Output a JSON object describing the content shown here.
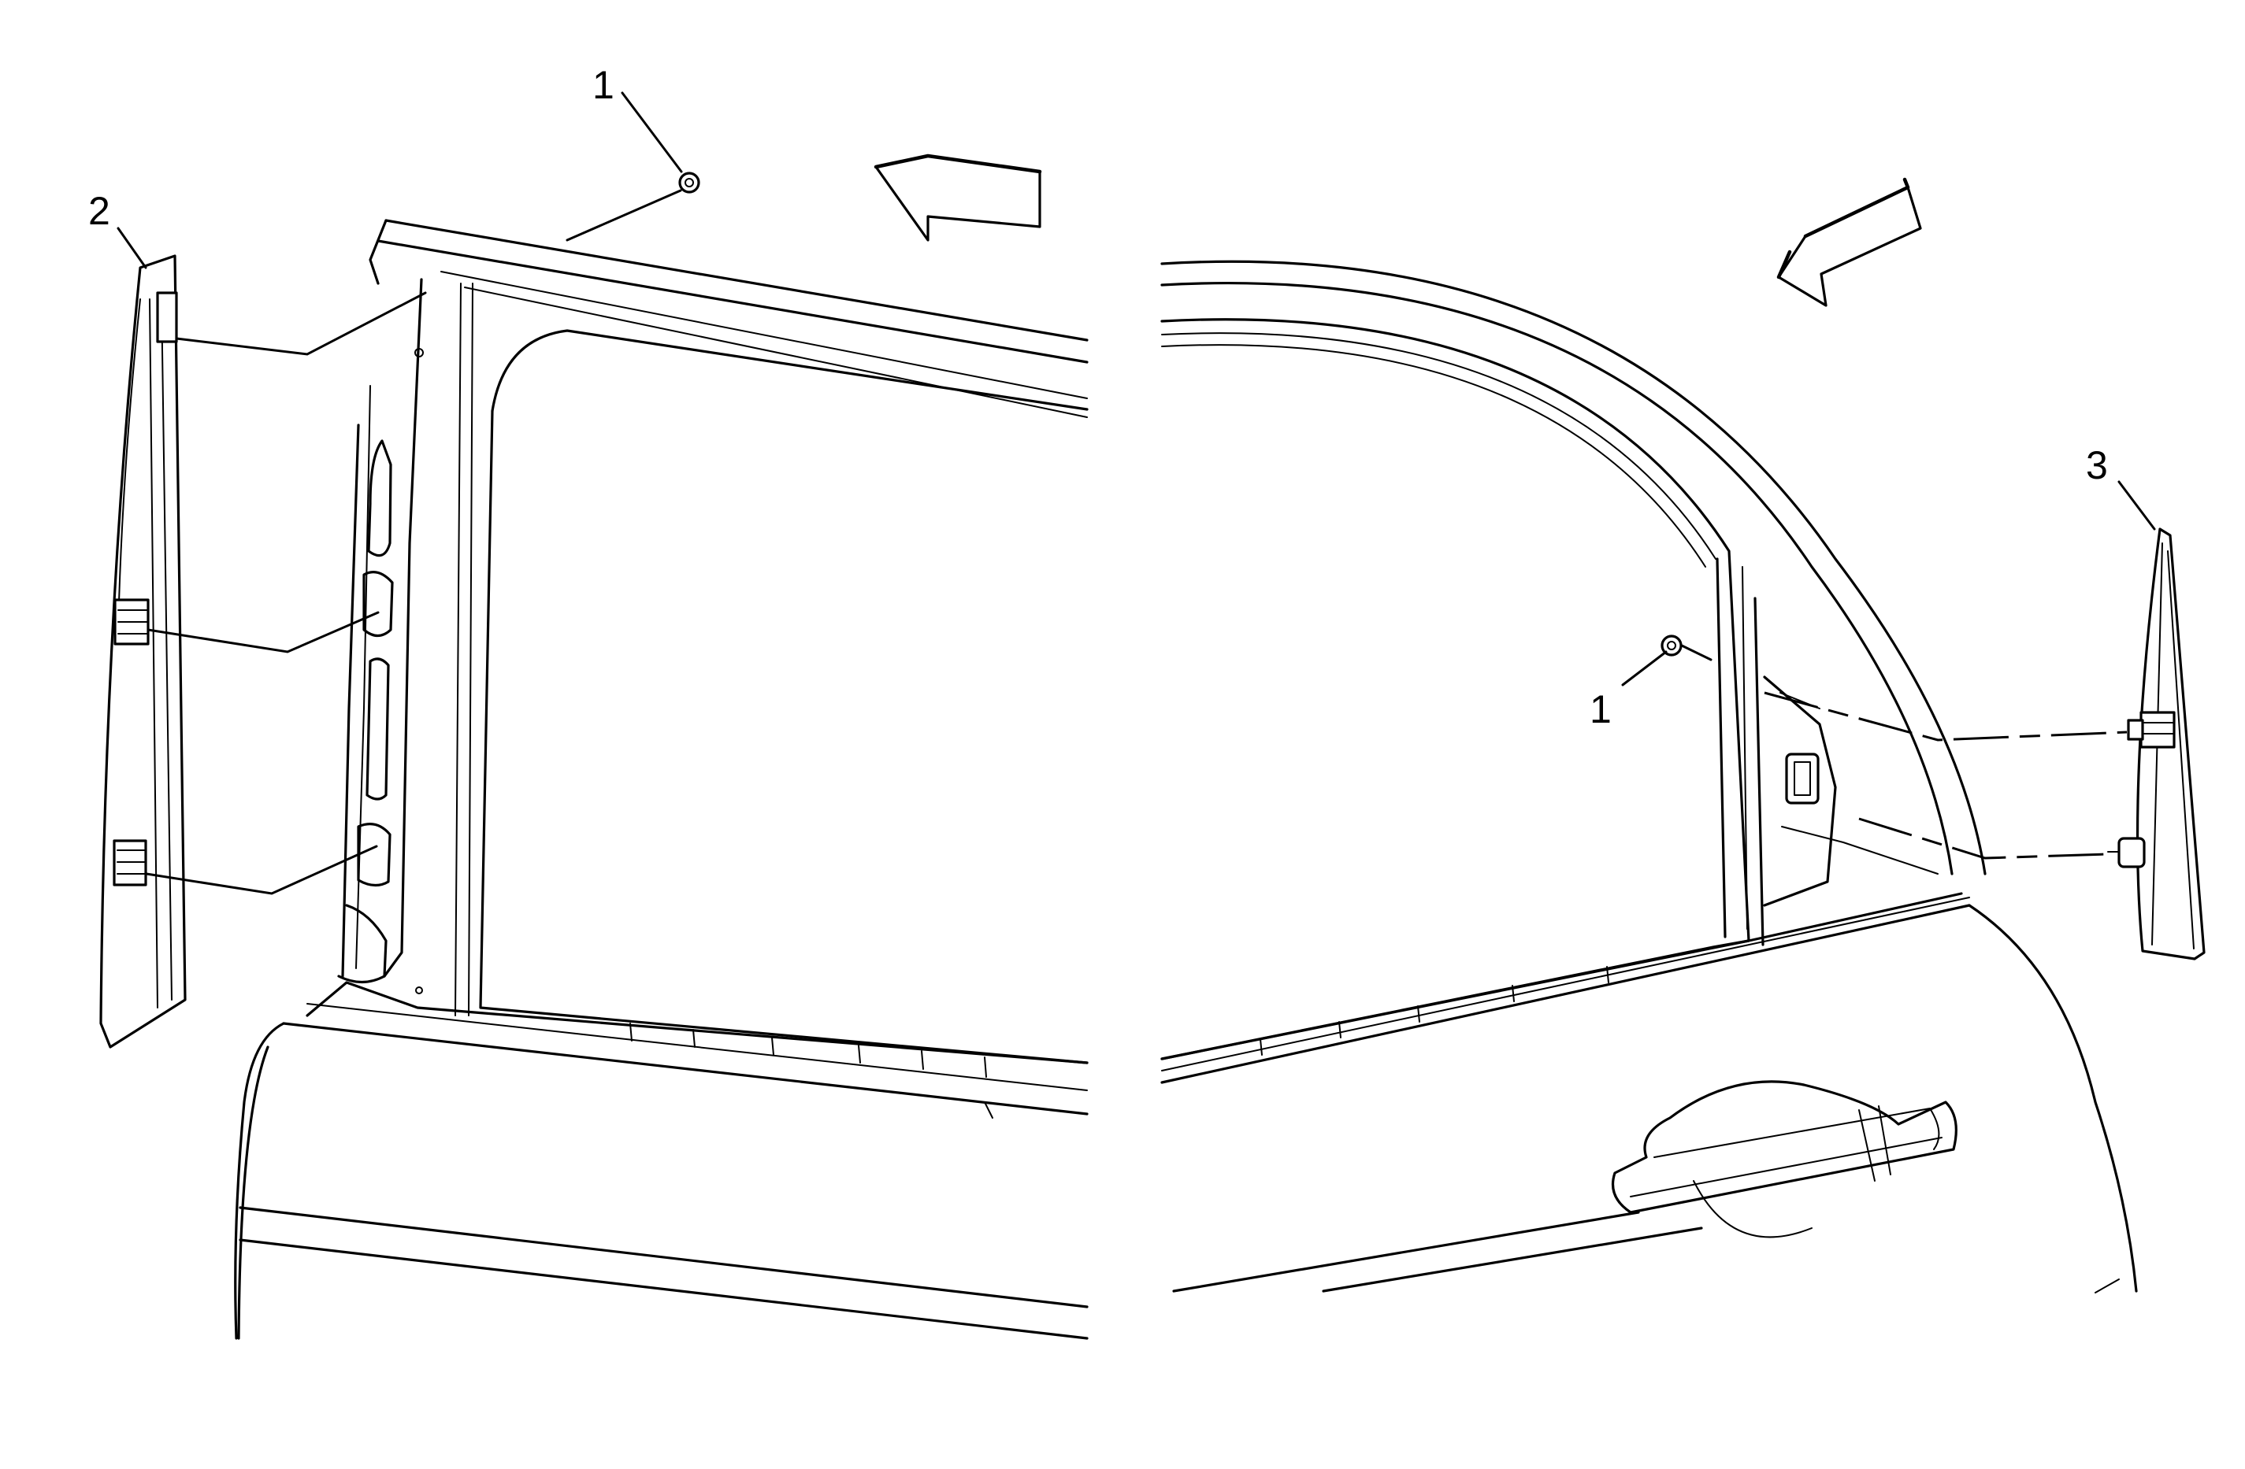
{
  "diagram": {
    "callouts": [
      {
        "id": "left-top-fastener",
        "label": "1"
      },
      {
        "id": "left-applique",
        "label": "2"
      },
      {
        "id": "right-fastener",
        "label": "1"
      },
      {
        "id": "right-applique",
        "label": "3"
      }
    ],
    "icons": {
      "left_arrow": "left-direction-arrow-icon",
      "right_arrow": "diagonal-direction-arrow-icon"
    },
    "colors": {
      "line": "#000000",
      "background": "#ffffff"
    }
  }
}
